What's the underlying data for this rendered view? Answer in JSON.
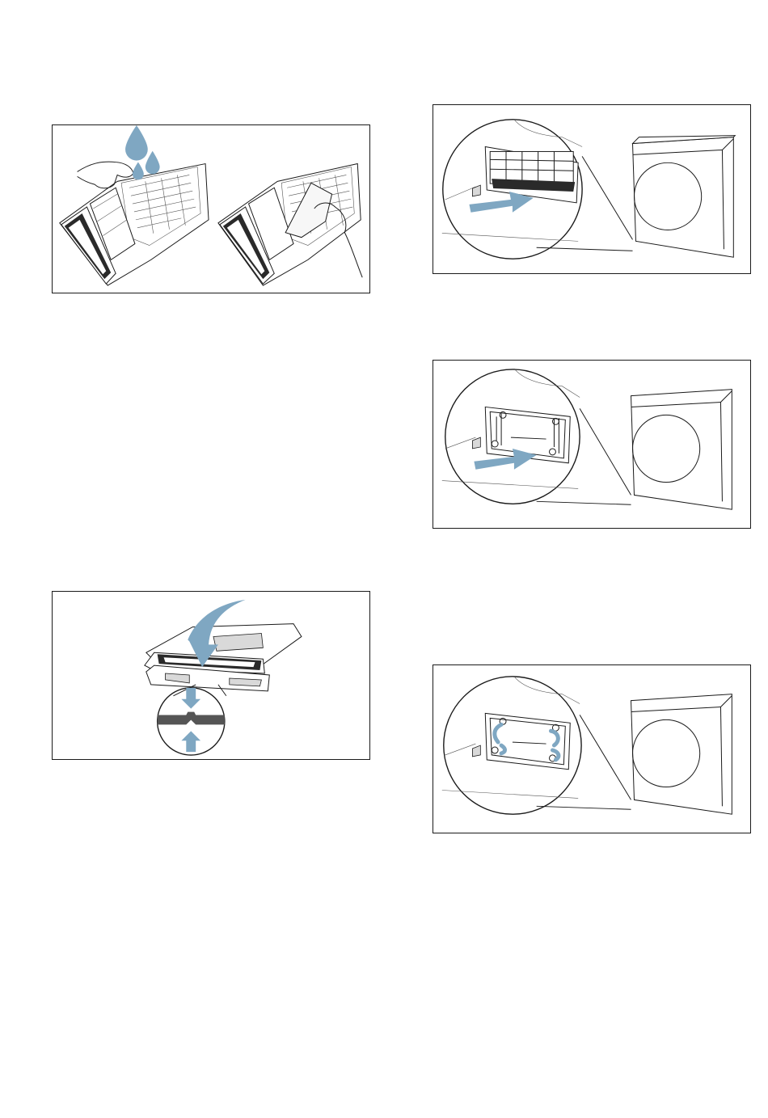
{
  "figures": [
    {
      "id": "fig-filter-clean",
      "icons": [
        "water-drop-icon",
        "hand-icon",
        "cloth-icon"
      ]
    },
    {
      "id": "fig-filter-insert",
      "icons": [
        "push-arrow-icon",
        "dryer-icon"
      ]
    },
    {
      "id": "fig-frame-insert",
      "icons": [
        "push-arrow-icon",
        "dryer-icon"
      ]
    },
    {
      "id": "fig-filter-close",
      "icons": [
        "curved-arrow-icon",
        "down-arrow-icon",
        "up-arrow-icon"
      ]
    },
    {
      "id": "fig-clips-lock",
      "icons": [
        "rotate-arrow-icon",
        "dryer-icon"
      ]
    }
  ],
  "colors": {
    "accent": "#7fa7c2",
    "line": "#1a1a1a",
    "background": "#ffffff"
  }
}
